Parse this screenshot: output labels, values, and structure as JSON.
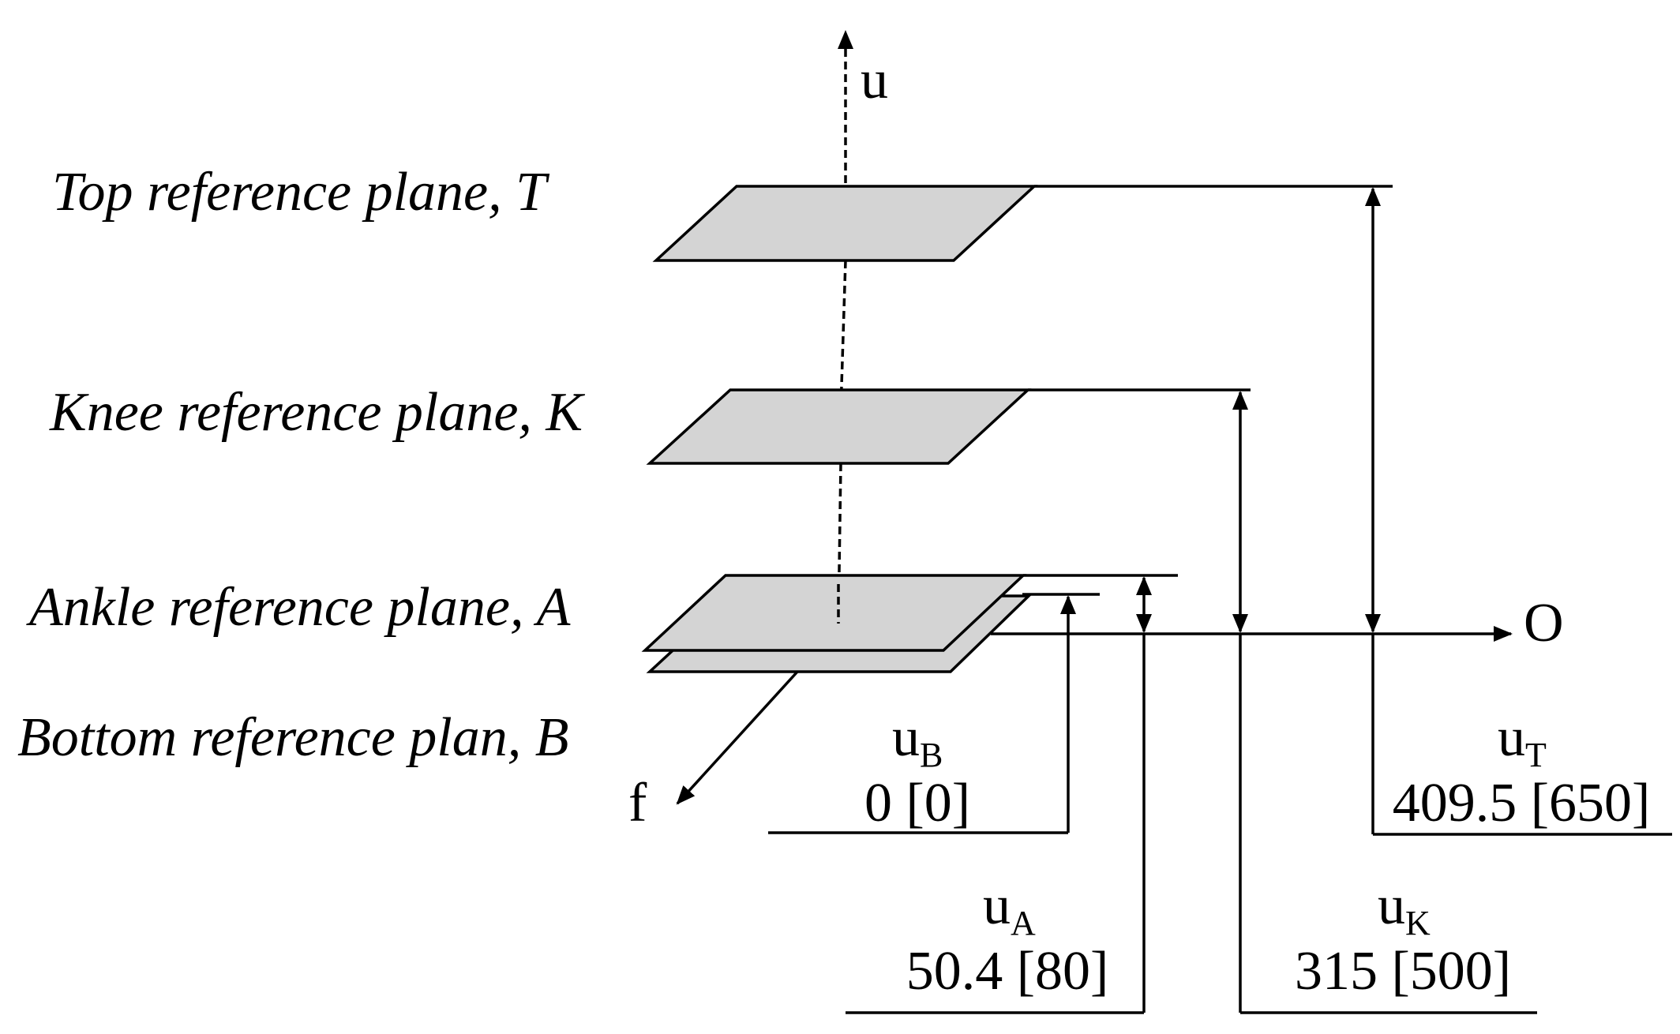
{
  "planes": {
    "top": "Top reference plane, T",
    "knee": "Knee reference plane, K",
    "ankle": "Ankle reference plane, A",
    "bottom": "Bottom reference plan, B"
  },
  "axes": {
    "u": "u",
    "o": "O",
    "f": "f"
  },
  "values": {
    "bottom": {
      "symbol": "u",
      "sub": "B",
      "value": "0 [0]"
    },
    "ankle": {
      "symbol": "u",
      "sub": "A",
      "value": "50.4 [80]"
    },
    "knee": {
      "symbol": "u",
      "sub": "K",
      "value": "315 [500]"
    },
    "top": {
      "symbol": "u",
      "sub": "T",
      "value": "409.5 [650]"
    }
  },
  "colors": {
    "plane_fill": "#d4d4d4",
    "line": "#000000"
  }
}
